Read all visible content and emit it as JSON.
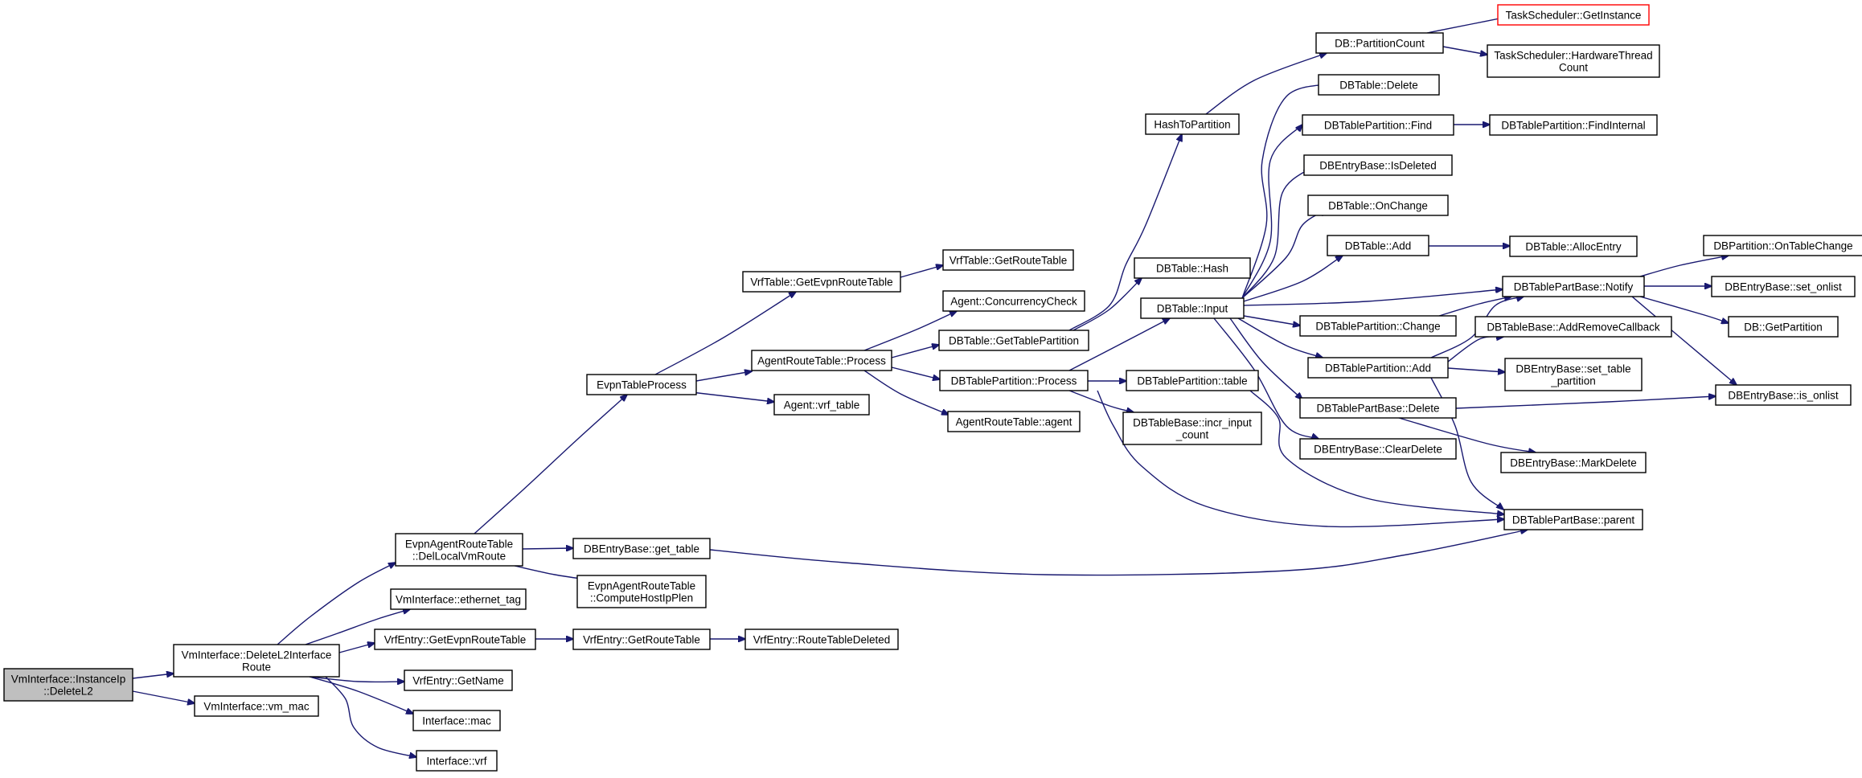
{
  "nodes": {
    "root": [
      "VmInterface::InstanceIp",
      "::DeleteL2"
    ],
    "deleteL2Route": [
      "VmInterface::DeleteL2Interface",
      "Route"
    ],
    "delLocalVmRoute": [
      "EvpnAgentRouteTable",
      "::DelLocalVmRoute"
    ],
    "ethernetTag": [
      "VmInterface::ethernet_tag"
    ],
    "getEvpnRouteTable": [
      "VrfEntry::GetEvpnRouteTable"
    ],
    "vrfGetName": [
      "VrfEntry::GetName"
    ],
    "vmMac": [
      "VmInterface::vm_mac"
    ],
    "ifMac": [
      "Interface::mac"
    ],
    "ifVrf": [
      "Interface::vrf"
    ],
    "evpnTableProcess": [
      "EvpnTableProcess"
    ],
    "getTable": [
      "DBEntryBase::get_table"
    ],
    "computeHostIpPlen": [
      "EvpnAgentRouteTable",
      "::ComputeHostIpPlen"
    ],
    "vrfGetRouteTable": [
      "VrfEntry::GetRouteTable"
    ],
    "routeTableDeleted": [
      "VrfEntry::RouteTableDeleted"
    ],
    "vrfTableGetEvpn": [
      "VrfTable::GetEvpnRouteTable"
    ],
    "agentRouteProcess": [
      "AgentRouteTable::Process"
    ],
    "agentVrfTable": [
      "Agent::vrf_table"
    ],
    "vrfTableGetRoute": [
      "VrfTable::GetRouteTable"
    ],
    "concurrencyCheck": [
      "Agent::ConcurrencyCheck"
    ],
    "getTablePartition": [
      "DBTable::GetTablePartition"
    ],
    "dbtpProcess": [
      "DBTablePartition::Process"
    ],
    "routeTableAgent": [
      "AgentRouteTable::agent"
    ],
    "hashToPartition": [
      "HashToPartition"
    ],
    "dbTableHash": [
      "DBTable::Hash"
    ],
    "dbTableInput": [
      "DBTable::Input"
    ],
    "dbtpTable": [
      "DBTablePartition::table"
    ],
    "incrInputCount": [
      "DBTableBase::incr_input",
      "_count"
    ],
    "partitionCount": [
      "DB::PartitionCount"
    ],
    "dbTableDelete": [
      "DBTable::Delete"
    ],
    "dbtpFind": [
      "DBTablePartition::Find"
    ],
    "isDeleted": [
      "DBEntryBase::IsDeleted"
    ],
    "onChange": [
      "DBTable::OnChange"
    ],
    "dbTableAdd": [
      "DBTable::Add"
    ],
    "dbtpChange": [
      "DBTablePartition::Change"
    ],
    "dbtpAdd": [
      "DBTablePartition::Add"
    ],
    "dbtpbDelete": [
      "DBTablePartBase::Delete"
    ],
    "clearDelete": [
      "DBEntryBase::ClearDelete"
    ],
    "getInstance": [
      "TaskScheduler::GetInstance"
    ],
    "hwThreadCount": [
      "TaskScheduler::HardwareThread",
      "Count"
    ],
    "findInternal": [
      "DBTablePartition::FindInternal"
    ],
    "allocEntry": [
      "DBTable::AllocEntry"
    ],
    "notify": [
      "DBTablePartBase::Notify"
    ],
    "addRemoveCallback": [
      "DBTableBase::AddRemoveCallback"
    ],
    "setTablePartition": [
      "DBEntryBase::set_table",
      "_partition"
    ],
    "markDelete": [
      "DBEntryBase::MarkDelete"
    ],
    "parent": [
      "DBTablePartBase::parent"
    ],
    "onTableChange": [
      "DBPartition::OnTableChange"
    ],
    "setOnlist": [
      "DBEntryBase::set_onlist"
    ],
    "getPartition": [
      "DB::GetPartition"
    ],
    "isOnlist": [
      "DBEntryBase::is_onlist"
    ]
  }
}
